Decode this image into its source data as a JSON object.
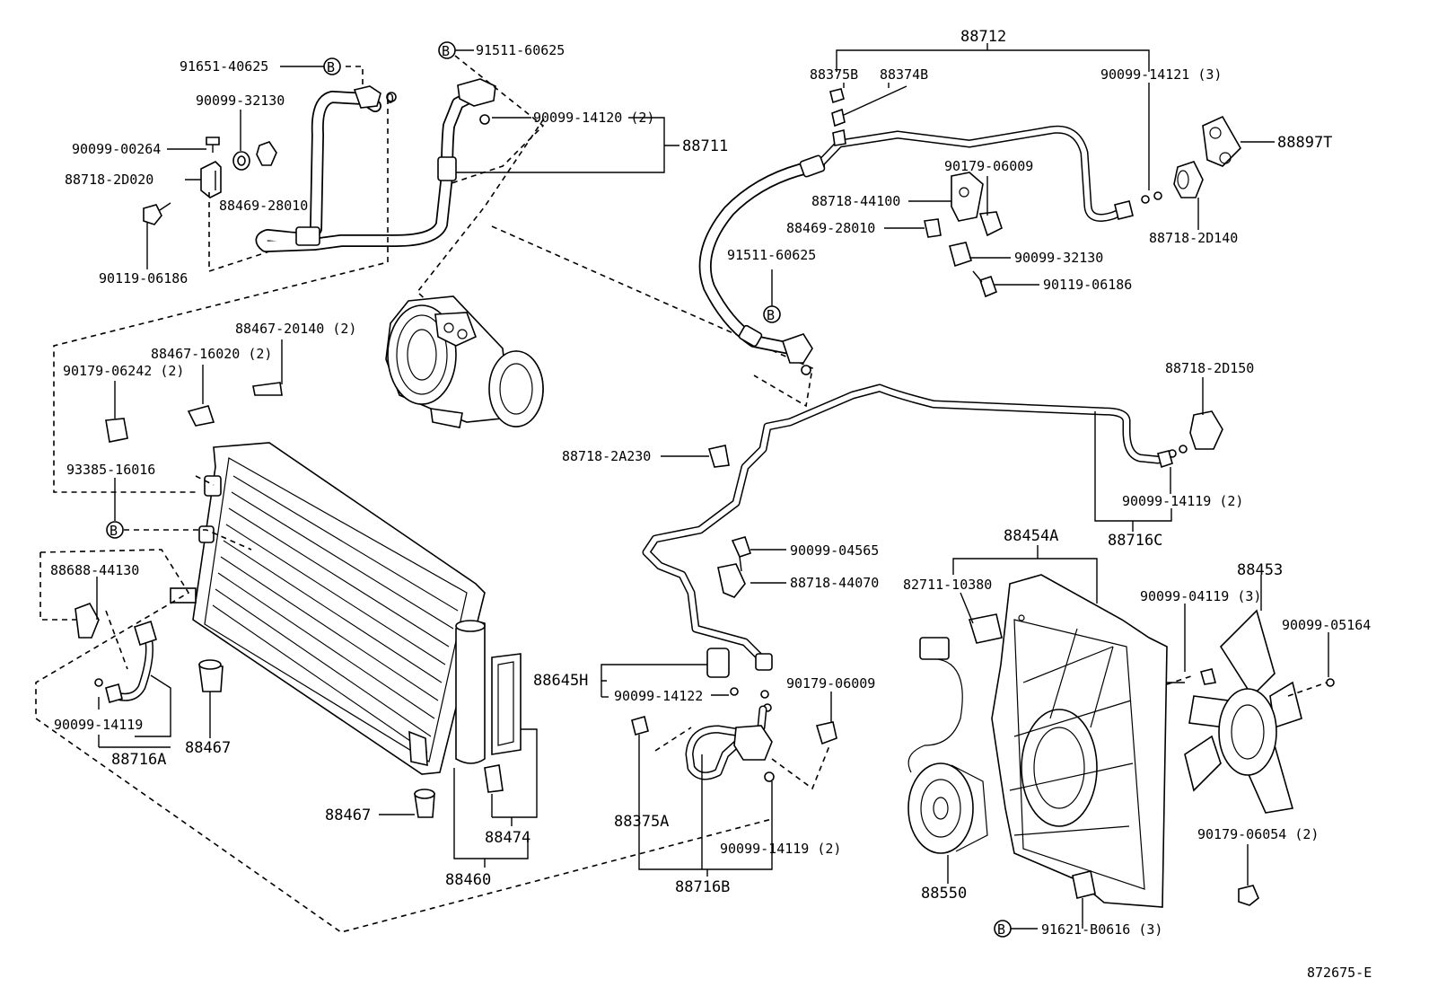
{
  "diagram_id": "872675-E",
  "labels": {
    "p91651_40625": "91651-40625",
    "p91511_60625_a": "91511-60625",
    "p90099_32130_a": "90099-32130",
    "p90099_00264": "90099-00264",
    "p88718_2D020": "88718-2D020",
    "p88469_28010_a": "88469-28010",
    "p90119_06186_a": "90119-06186",
    "p90099_14120": "90099-14120 (2)",
    "p88711": "88711",
    "p88712": "88712",
    "p88375B": "88375B",
    "p88374B": "88374B",
    "p90099_14121": "90099-14121 (3)",
    "p88897T": "88897T",
    "p90179_06009_a": "90179-06009",
    "p88718_44100": "88718-44100",
    "p88469_28010_b": "88469-28010",
    "p90099_32130_b": "90099-32130",
    "p90119_06186_b": "90119-06186",
    "p91511_60625_b": "91511-60625",
    "p88718_2D140": "88718-2D140",
    "p88467_20140": "88467-20140 (2)",
    "p88467_16020": "88467-16020 (2)",
    "p90179_06242": "90179-06242 (2)",
    "p93385_16016": "93385-16016",
    "p88718_2D150": "88718-2D150",
    "p88718_2A230": "88718-2A230",
    "p90099_14119_a": "90099-14119 (2)",
    "p88716C": "88716C",
    "p88688_44130": "88688-44130",
    "p90099_04565": "90099-04565",
    "p88718_44070": "88718-44070",
    "p88454A": "88454A",
    "p82711_10380": "82711-10380",
    "p88453": "88453",
    "p90099_04119": "90099-04119 (3)",
    "p90099_05164": "90099-05164",
    "p88645H": "88645H",
    "p90099_14122": "90099-14122",
    "p90179_06009_b": "90179-06009",
    "p90099_14119_b": "90099-14119",
    "p88716A": "88716A",
    "p88467_a": "88467",
    "p88467_b": "88467",
    "p88474": "88474",
    "p88460": "88460",
    "p88375A": "88375A",
    "p90099_14119_c": "90099-14119 (2)",
    "p88716B": "88716B",
    "p88550": "88550",
    "p90179_06054": "90179-06054 (2)",
    "p91621_B0616": "91621-B0616 (3)",
    "ref_mark": "B",
    "o_mark": "O"
  },
  "colors": {
    "ink": "#000000",
    "paper": "#ffffff"
  }
}
